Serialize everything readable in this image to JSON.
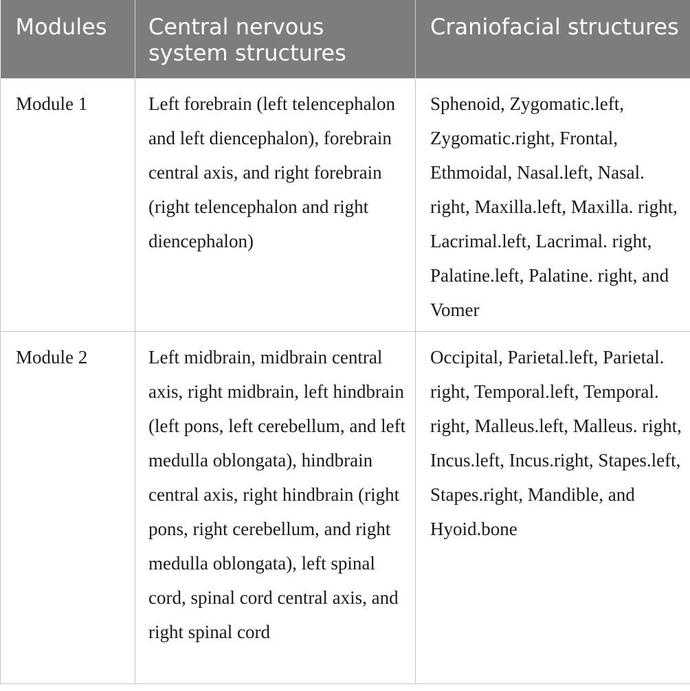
{
  "table": {
    "headers": [
      "Modules",
      "Central nervous system structures",
      "Craniofacial structures"
    ],
    "rows": [
      {
        "module": "Module 1",
        "cns": "Left forebrain (left telencephalon and left diencephalon), forebrain central axis, and right forebrain (right telencephalon and right diencephalon)",
        "craniofacial": "Sphenoid, Zygomatic.left, Zygomatic.right, Frontal, Ethmoidal, Nasal.left, Nasal. right, Maxilla.left, Maxilla. right, Lacrimal.left, Lacrimal. right, Palatine.left, Palatine. right, and Vomer"
      },
      {
        "module": "Module 2",
        "cns": "Left midbrain, midbrain central axis, right midbrain, left hindbrain (left pons, left cerebellum, and left medulla oblongata), hindbrain central axis, right hindbrain (right pons, right cerebellum, and right medulla oblongata), left spinal cord, spinal cord central axis, and right spinal cord",
        "craniofacial": "Occipital, Parietal.left, Parietal. right, Temporal.left, Temporal. right, Malleus.left, Malleus. right, Incus.left, Incus.right, Stapes.left, Stapes.right, Mandible, and Hyoid.bone"
      }
    ]
  },
  "colors": {
    "header_background": "#7d7d7b",
    "header_text": "#ffffff",
    "body_text": "#1a1a1a",
    "grid_lines": "#c4c4c4"
  }
}
